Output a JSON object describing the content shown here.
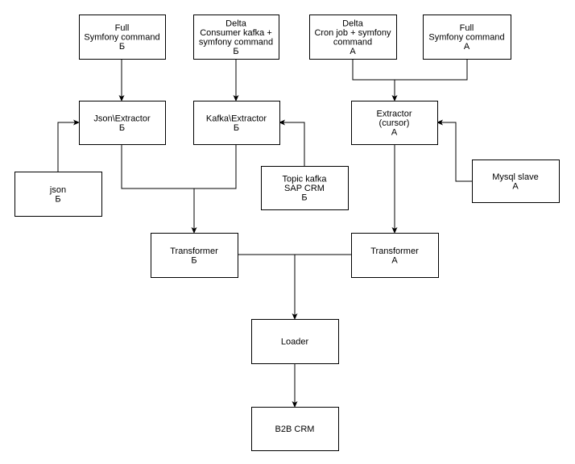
{
  "nodes": {
    "full_symfony_b": [
      "Full",
      "Symfony command",
      "Б"
    ],
    "delta_consumer_kafka_b": [
      "Delta",
      "Consumer kafka +",
      "symfony command",
      "Б"
    ],
    "delta_cron_a": [
      "Delta",
      "Cron job + symfony",
      "command",
      "A"
    ],
    "full_symfony_a": [
      "Full",
      "Symfony command",
      "A"
    ],
    "json_extractor_b": [
      "Json\\Extractor",
      "Б"
    ],
    "kafka_extractor_b": [
      "Kafka\\Extractor",
      "Б"
    ],
    "extractor_cursor_a": [
      "Extractor",
      "(cursor)",
      "A"
    ],
    "json_b": [
      "json",
      "Б"
    ],
    "topic_kafka_b": [
      "Topic kafka",
      "SAP CRM",
      "Б"
    ],
    "mysql_slave_a": [
      "Mysql slave",
      "A"
    ],
    "transformer_b": [
      "Transformer",
      "Б"
    ],
    "transformer_a": [
      "Transformer",
      "A"
    ],
    "loader": [
      "Loader"
    ],
    "b2b_crm": [
      "B2B CRM"
    ]
  }
}
